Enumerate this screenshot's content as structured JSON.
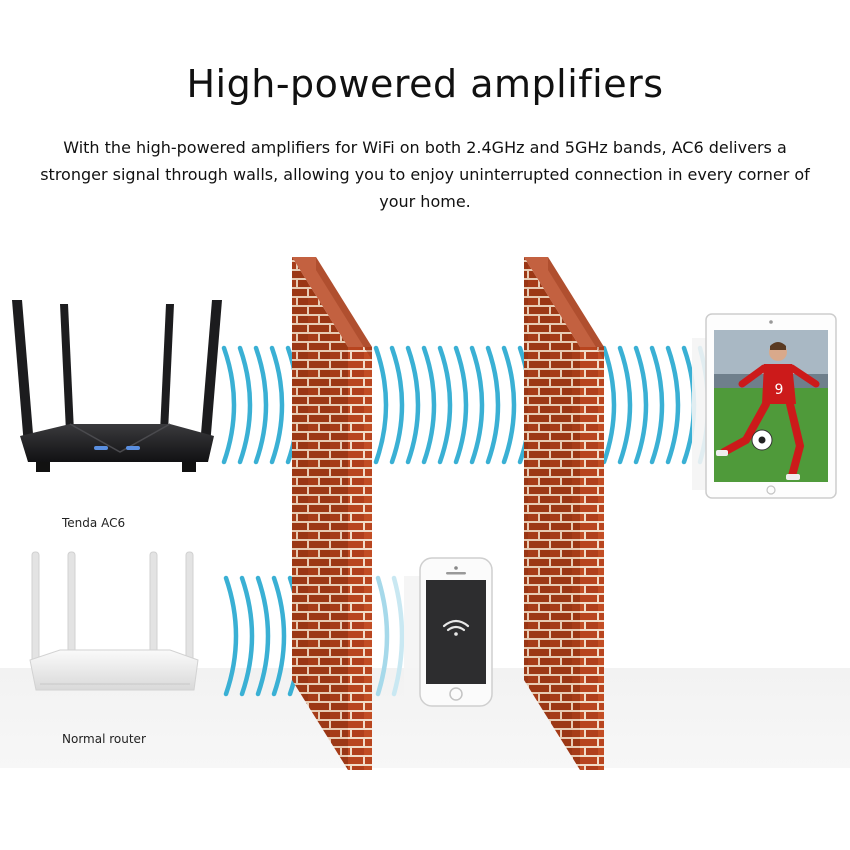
{
  "title": "High-powered amplifiers",
  "description": "With the high-powered amplifiers for WiFi on both 2.4GHz and 5GHz bands, AC6 delivers a stronger signal through walls, allowing you to enjoy uninterrupted connection in every corner of your home.",
  "routers": {
    "ac6_label": "Tenda AC6",
    "normal_label": "Normal router"
  },
  "tablet": {
    "jersey_number": "9"
  },
  "colors": {
    "signal_wave": "#3ab0d4",
    "brick": "#b8451f",
    "mortar": "#f1dcc8",
    "ac6_router": "#1c1c1e",
    "normal_router": "#ececec",
    "pitch": "#4f9a3a",
    "jersey": "#cc1a1a"
  },
  "icons": {
    "phone_screen": "wifi-icon"
  }
}
